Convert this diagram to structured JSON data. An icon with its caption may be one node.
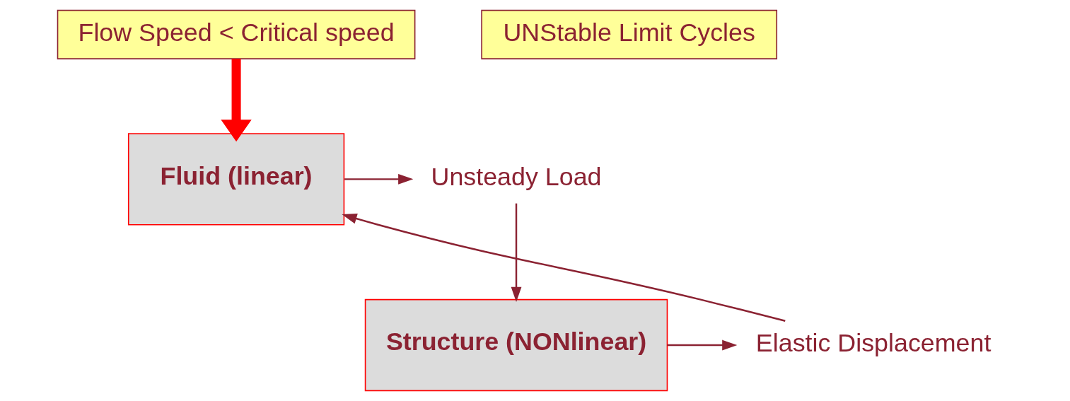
{
  "diagram": {
    "nodes": [
      {
        "text": [
          "Flow Speed < Critical speed"
        ]
      },
      {
        "text": [
          "Fluid (linear)"
        ]
      },
      {
        "text": [
          "Unsteady Load"
        ]
      },
      {
        "text": [
          "Structure (NONlinear)"
        ]
      },
      {
        "text": [
          "Elastic Displacement"
        ]
      },
      {
        "text": [
          "UNStable Limit Cycles"
        ]
      }
    ],
    "edges": [
      {
        "from": 0,
        "to": 1,
        "arrow": "to",
        "style": "thick",
        "color": "#ff0000"
      },
      {
        "from": 1,
        "to": 2,
        "arrow": "to"
      },
      {
        "from": 2,
        "to": 3,
        "arrow": "to"
      },
      {
        "from": 3,
        "to": 4,
        "arrow": "to"
      },
      {
        "from": 4,
        "to": 1,
        "arrow": "to"
      }
    ]
  }
}
